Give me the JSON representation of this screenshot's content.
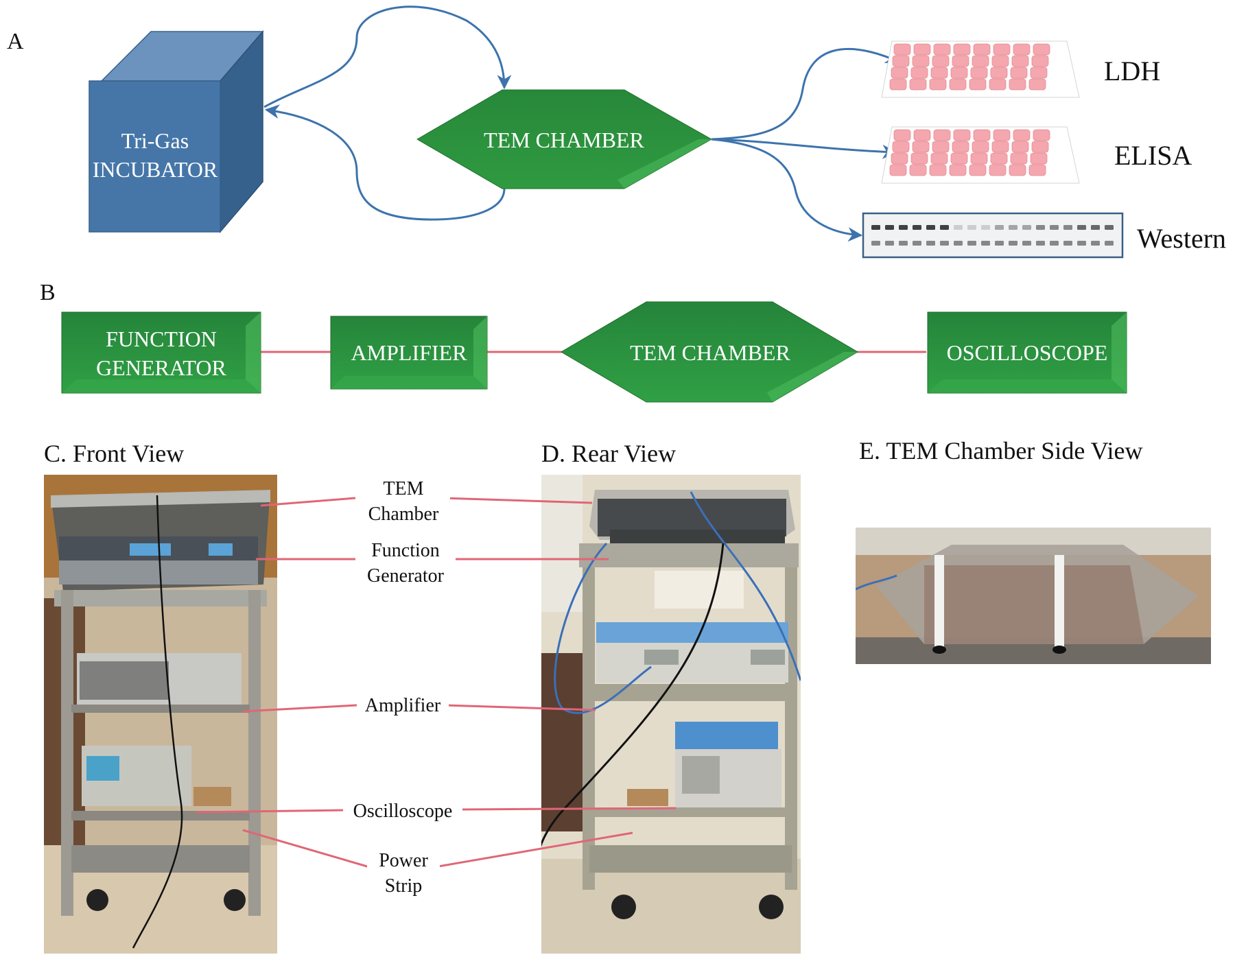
{
  "panel_a": {
    "letter": "A",
    "incubator": {
      "line1": "Tri-Gas",
      "line2": "INCUBATOR"
    },
    "tem_chamber": "TEM CHAMBER",
    "outputs": [
      {
        "label": "LDH",
        "kind": "well-plate"
      },
      {
        "label": "ELISA",
        "kind": "well-plate"
      },
      {
        "label": "Western",
        "kind": "blot"
      }
    ],
    "western_bands": {
      "top_row_gray_levels": [
        0.85,
        0.85,
        0.85,
        0.85,
        0.85,
        0.85,
        0.15,
        0.15,
        0.15,
        0.35,
        0.35,
        0.35,
        0.5,
        0.5,
        0.5,
        0.65,
        0.65,
        0.65
      ],
      "bottom_row_gray_levels": [
        0.5,
        0.5,
        0.5,
        0.5,
        0.5,
        0.5,
        0.5,
        0.5,
        0.5,
        0.5,
        0.5,
        0.5,
        0.5,
        0.5,
        0.5,
        0.5,
        0.5,
        0.5
      ]
    }
  },
  "panel_b": {
    "letter": "B",
    "blocks": [
      {
        "line1": "FUNCTION",
        "line2": "GENERATOR",
        "shape": "rect"
      },
      {
        "line1": "AMPLIFIER",
        "line2": "",
        "shape": "rect"
      },
      {
        "line1": "TEM CHAMBER",
        "line2": "",
        "shape": "hexagon"
      },
      {
        "line1": "OSCILLOSCOPE",
        "line2": "",
        "shape": "rect"
      }
    ]
  },
  "panel_c": {
    "title": "C. Front View"
  },
  "panel_d": {
    "title": "D. Rear View"
  },
  "panel_e": {
    "title": "E. TEM Chamber Side View"
  },
  "callouts": [
    {
      "line1": "TEM",
      "line2": "Chamber"
    },
    {
      "line1": "Function",
      "line2": "Generator"
    },
    {
      "line1": "Amplifier",
      "line2": ""
    },
    {
      "line1": "Oscilloscope",
      "line2": ""
    },
    {
      "line1": "Power",
      "line2": "Strip"
    }
  ],
  "colors": {
    "incubator_front": "#4676a8",
    "incubator_top": "#6b93bd",
    "incubator_side": "#36618c",
    "green_block": "#2a8c3a",
    "green_dark": "#1f6e2c",
    "green_light": "#4cbb5c",
    "arrow_blue": "#3c73ad",
    "connector_red": "#e06676",
    "well_pink": "#f4a7ae"
  }
}
